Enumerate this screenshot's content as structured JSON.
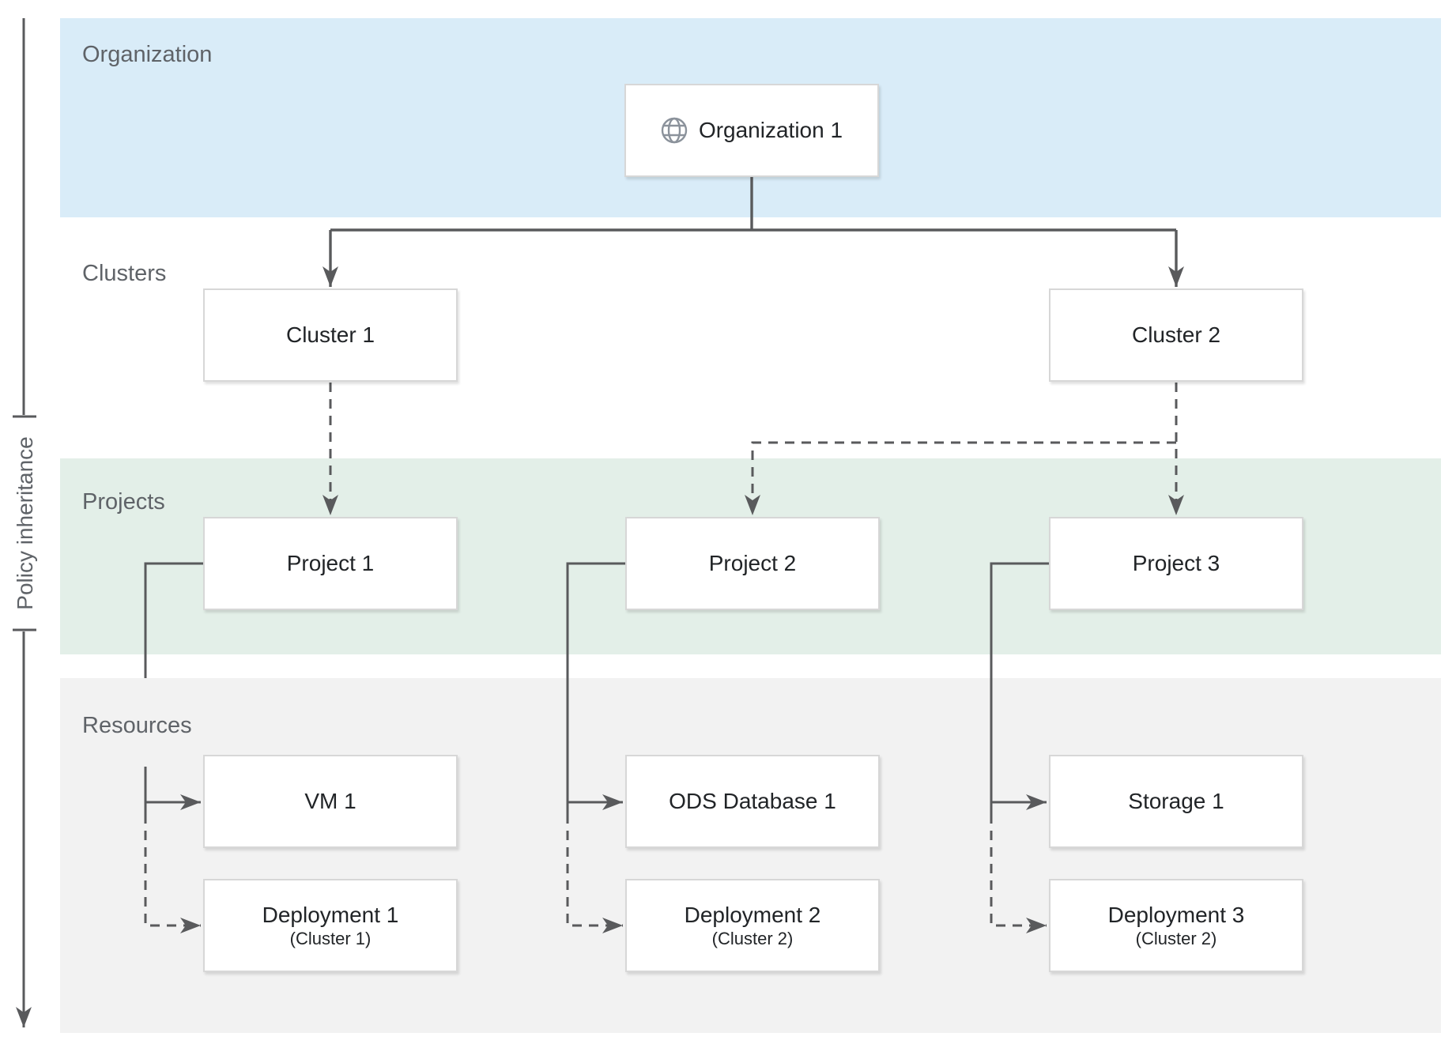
{
  "bands": {
    "organization": {
      "label": "Organization"
    },
    "clusters": {
      "label": "Clusters"
    },
    "projects": {
      "label": "Projects"
    },
    "resources": {
      "label": "Resources"
    }
  },
  "policy_axis": {
    "label": "Policy inheritance"
  },
  "nodes": {
    "organization1": {
      "label": "Organization 1",
      "icon": "globe-icon"
    },
    "cluster1": {
      "label": "Cluster 1"
    },
    "cluster2": {
      "label": "Cluster 2"
    },
    "project1": {
      "label": "Project 1"
    },
    "project2": {
      "label": "Project 2"
    },
    "project3": {
      "label": "Project 3"
    },
    "vm1": {
      "label": "VM 1"
    },
    "ods_database1": {
      "label": "ODS Database 1"
    },
    "storage1": {
      "label": "Storage 1"
    },
    "deployment1": {
      "label": "Deployment 1",
      "sublabel": "(Cluster 1)"
    },
    "deployment2": {
      "label": "Deployment 2",
      "sublabel": "(Cluster 2)"
    },
    "deployment3": {
      "label": "Deployment 3",
      "sublabel": "(Cluster 2)"
    }
  },
  "edges": [
    {
      "from": "Organization 1",
      "to": "Cluster 1",
      "style": "solid"
    },
    {
      "from": "Organization 1",
      "to": "Cluster 2",
      "style": "solid"
    },
    {
      "from": "Cluster 1",
      "to": "Project 1",
      "style": "dashed"
    },
    {
      "from": "Cluster 2",
      "to": "Project 2",
      "style": "dashed"
    },
    {
      "from": "Cluster 2",
      "to": "Project 3",
      "style": "dashed"
    },
    {
      "from": "Project 1",
      "to": "VM 1",
      "style": "solid"
    },
    {
      "from": "Project 1",
      "to": "Deployment 1",
      "style": "dashed"
    },
    {
      "from": "Project 2",
      "to": "ODS Database 1",
      "style": "solid"
    },
    {
      "from": "Project 2",
      "to": "Deployment 2",
      "style": "dashed"
    },
    {
      "from": "Project 3",
      "to": "Storage 1",
      "style": "solid"
    },
    {
      "from": "Project 3",
      "to": "Deployment 3",
      "style": "dashed"
    }
  ],
  "colors": {
    "band_organization": "#d9ecf8",
    "band_projects": "#e3efe8",
    "band_resources": "#f2f2f2",
    "line": "#595a5c",
    "box_border": "#d7d7d7",
    "box_fill": "#ffffff",
    "box_text": "#212427",
    "band_label_text": "#5f6368",
    "globe_icon": "#8b929b"
  }
}
